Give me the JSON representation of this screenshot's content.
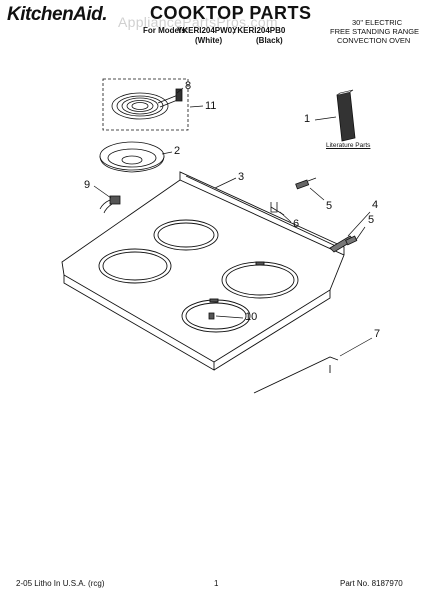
{
  "header": {
    "brand": "KitchenAid.",
    "title": "COOKTOP PARTS",
    "models_prefix": "For Models:",
    "model_white": "YKERI204PW0,",
    "model_black": "YKERI204PB0",
    "label_white": "(White)",
    "label_black": "(Black)",
    "description": [
      "30\" ELECTRIC",
      "FREE STANDING RANGE",
      "CONVECTION OVEN"
    ]
  },
  "watermark": "AppliancePartsPros.com",
  "literature_label": "Literature Parts",
  "callouts": [
    "1",
    "2",
    "3",
    "4",
    "5",
    "5",
    "6",
    "7",
    "8",
    "9",
    "10",
    "11"
  ],
  "footer": {
    "left": "2-05 Litho In U.S.A. (rcg)",
    "page": "1",
    "part": "Part No. 8187970"
  },
  "colors": {
    "ink": "#111111",
    "paper": "#ffffff"
  }
}
